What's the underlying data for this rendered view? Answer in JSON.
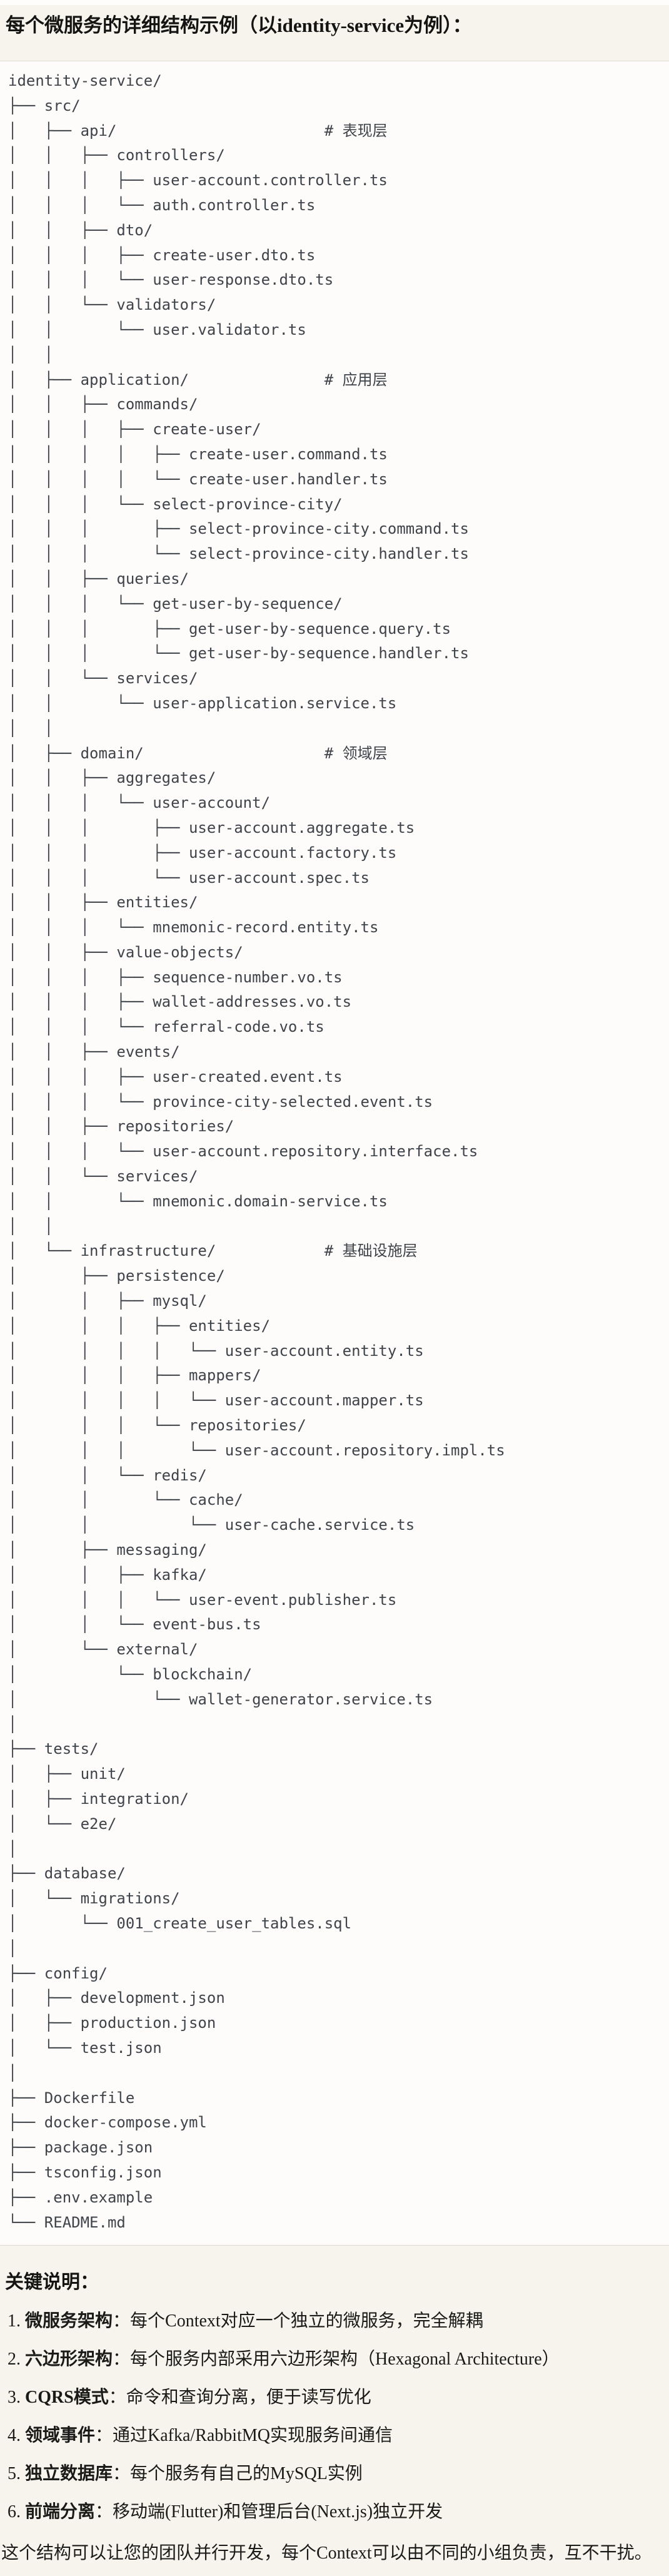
{
  "page": {
    "title": "每个微服务的详细结构示例（以identity-service为例）："
  },
  "tree": {
    "lines": [
      "identity-service/",
      "├── src/",
      "│   ├── api/                       # 表现层",
      "│   │   ├── controllers/",
      "│   │   │   ├── user-account.controller.ts",
      "│   │   │   └── auth.controller.ts",
      "│   │   ├── dto/",
      "│   │   │   ├── create-user.dto.ts",
      "│   │   │   └── user-response.dto.ts",
      "│   │   └── validators/",
      "│   │       └── user.validator.ts",
      "│   │",
      "│   ├── application/               # 应用层",
      "│   │   ├── commands/",
      "│   │   │   ├── create-user/",
      "│   │   │   │   ├── create-user.command.ts",
      "│   │   │   │   └── create-user.handler.ts",
      "│   │   │   └── select-province-city/",
      "│   │   │       ├── select-province-city.command.ts",
      "│   │   │       └── select-province-city.handler.ts",
      "│   │   ├── queries/",
      "│   │   │   └── get-user-by-sequence/",
      "│   │   │       ├── get-user-by-sequence.query.ts",
      "│   │   │       └── get-user-by-sequence.handler.ts",
      "│   │   └── services/",
      "│   │       └── user-application.service.ts",
      "│   │",
      "│   ├── domain/                    # 领域层",
      "│   │   ├── aggregates/",
      "│   │   │   └── user-account/",
      "│   │   │       ├── user-account.aggregate.ts",
      "│   │   │       ├── user-account.factory.ts",
      "│   │   │       └── user-account.spec.ts",
      "│   │   ├── entities/",
      "│   │   │   └── mnemonic-record.entity.ts",
      "│   │   ├── value-objects/",
      "│   │   │   ├── sequence-number.vo.ts",
      "│   │   │   ├── wallet-addresses.vo.ts",
      "│   │   │   └── referral-code.vo.ts",
      "│   │   ├── events/",
      "│   │   │   ├── user-created.event.ts",
      "│   │   │   └── province-city-selected.event.ts",
      "│   │   ├── repositories/",
      "│   │   │   └── user-account.repository.interface.ts",
      "│   │   └── services/",
      "│   │       └── mnemonic.domain-service.ts",
      "│   │",
      "│   └── infrastructure/            # 基础设施层",
      "│       ├── persistence/",
      "│       │   ├── mysql/",
      "│       │   │   ├── entities/",
      "│       │   │   │   └── user-account.entity.ts",
      "│       │   │   ├── mappers/",
      "│       │   │   │   └── user-account.mapper.ts",
      "│       │   │   └── repositories/",
      "│       │   │       └── user-account.repository.impl.ts",
      "│       │   └── redis/",
      "│       │       └── cache/",
      "│       │           └── user-cache.service.ts",
      "│       ├── messaging/",
      "│       │   ├── kafka/",
      "│       │   │   └── user-event.publisher.ts",
      "│       │   └── event-bus.ts",
      "│       └── external/",
      "│           └── blockchain/",
      "│               └── wallet-generator.service.ts",
      "│",
      "├── tests/",
      "│   ├── unit/",
      "│   ├── integration/",
      "│   └── e2e/",
      "│",
      "├── database/",
      "│   └── migrations/",
      "│       └── 001_create_user_tables.sql",
      "│",
      "├── config/",
      "│   ├── development.json",
      "│   ├── production.json",
      "│   └── test.json",
      "│",
      "├── Dockerfile",
      "├── docker-compose.yml",
      "├── package.json",
      "├── tsconfig.json",
      "├── .env.example",
      "└── README.md"
    ]
  },
  "notes": {
    "heading": "关键说明：",
    "items": [
      {
        "num": "1.",
        "term": "微服务架构",
        "desc": "：每个Context对应一个独立的微服务，完全解耦"
      },
      {
        "num": "2.",
        "term": "六边形架构",
        "desc": "：每个服务内部采用六边形架构（Hexagonal Architecture）"
      },
      {
        "num": "3.",
        "term": "CQRS模式",
        "desc": "：命令和查询分离，便于读写优化"
      },
      {
        "num": "4.",
        "term": "领域事件",
        "desc": "：通过Kafka/RabbitMQ实现服务间通信"
      },
      {
        "num": "5.",
        "term": "独立数据库",
        "desc": "：每个服务有自己的MySQL实例"
      },
      {
        "num": "6.",
        "term": "前端分离",
        "desc": "：移动端(Flutter)和管理后台(Next.js)独立开发"
      }
    ],
    "footer": "这个结构可以让您的团队并行开发，每个Context可以由不同的小组负责，互不干扰。"
  }
}
